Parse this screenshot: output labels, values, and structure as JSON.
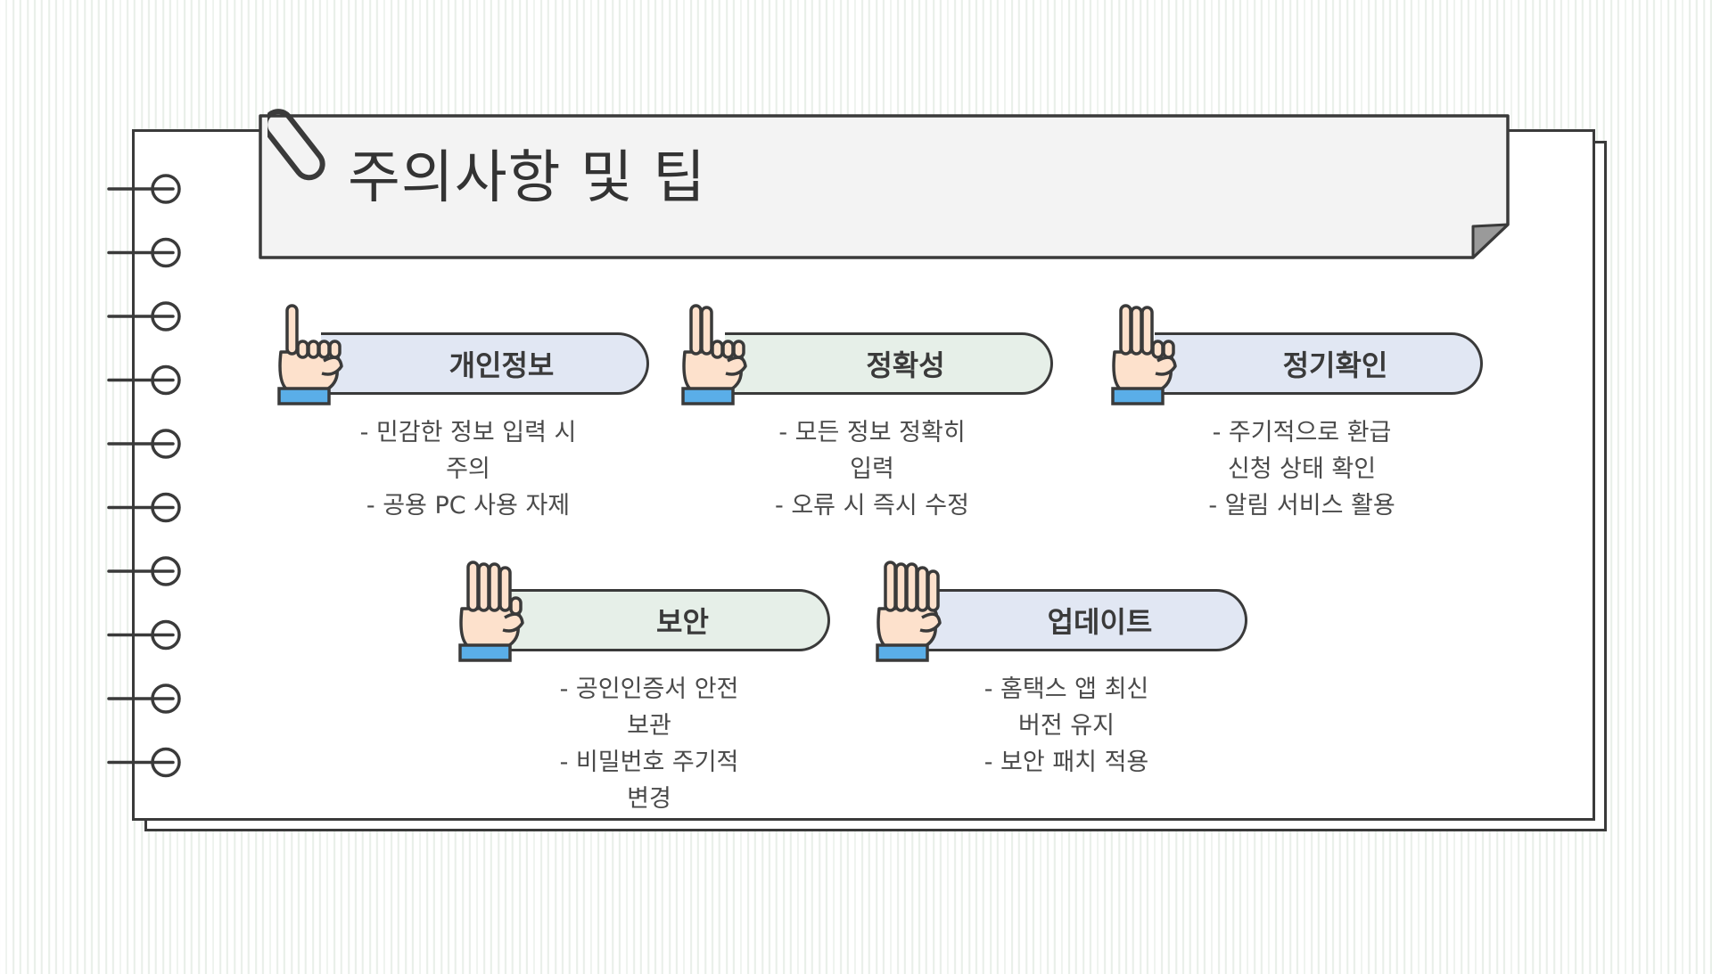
{
  "title": "주의사항 및 팁",
  "colors": {
    "outline": "#3a3a3a",
    "banner_fill": "#f3f3f3",
    "pill_blue": "#e1e7f3",
    "pill_green": "#e6efe8",
    "skin": "#fde1cc",
    "cuff": "#5aaee8"
  },
  "tips": [
    {
      "label": "개인정보",
      "icon": "one-finger-hand-icon",
      "color": "blue",
      "fingers": 1,
      "lines": [
        "- 민감한 정보 입력 시",
        "주의",
        "- 공용 PC 사용 자제"
      ]
    },
    {
      "label": "정확성",
      "icon": "two-fingers-hand-icon",
      "color": "green",
      "fingers": 2,
      "lines": [
        "- 모든 정보 정확히",
        "입력",
        "- 오류 시 즉시 수정"
      ]
    },
    {
      "label": "정기확인",
      "icon": "three-fingers-hand-icon",
      "color": "blue",
      "fingers": 3,
      "lines": [
        "- 주기적으로 환급",
        "신청 상태 확인",
        "- 알림 서비스 활용"
      ]
    },
    {
      "label": "보안",
      "icon": "four-fingers-hand-icon",
      "color": "green",
      "fingers": 4,
      "lines": [
        "- 공인인증서 안전",
        "보관",
        "- 비밀번호 주기적",
        "변경"
      ]
    },
    {
      "label": "업데이트",
      "icon": "five-fingers-hand-icon",
      "color": "blue",
      "fingers": 5,
      "lines": [
        "- 홈택스 앱 최신",
        "버전 유지",
        "- 보안 패치 적용"
      ]
    }
  ]
}
